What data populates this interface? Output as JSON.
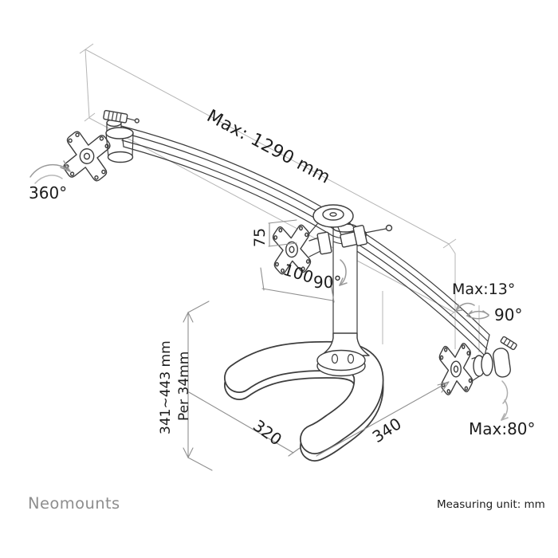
{
  "colors": {
    "ink": "#3d3d3d",
    "construction": "#b5b5b5",
    "label": "#1c1c1c",
    "arrow": "#9a9a9a",
    "brand": "#8e8e8e"
  },
  "labels": {
    "max_width": "Max: 1290 mm",
    "swivel_left": "360°",
    "vesa_height": "75",
    "vesa_width": "100",
    "pole_rotation": "90°",
    "tilt_max": "Max:13°",
    "swivel_right": "90°",
    "rotation_right": "Max:80°",
    "height_range": "341~443 mm",
    "height_step": "Per 34mm",
    "base_depth": "320",
    "base_width": "340"
  },
  "footer": {
    "brand": "Neomounts",
    "note": "Measuring unit: mm"
  }
}
